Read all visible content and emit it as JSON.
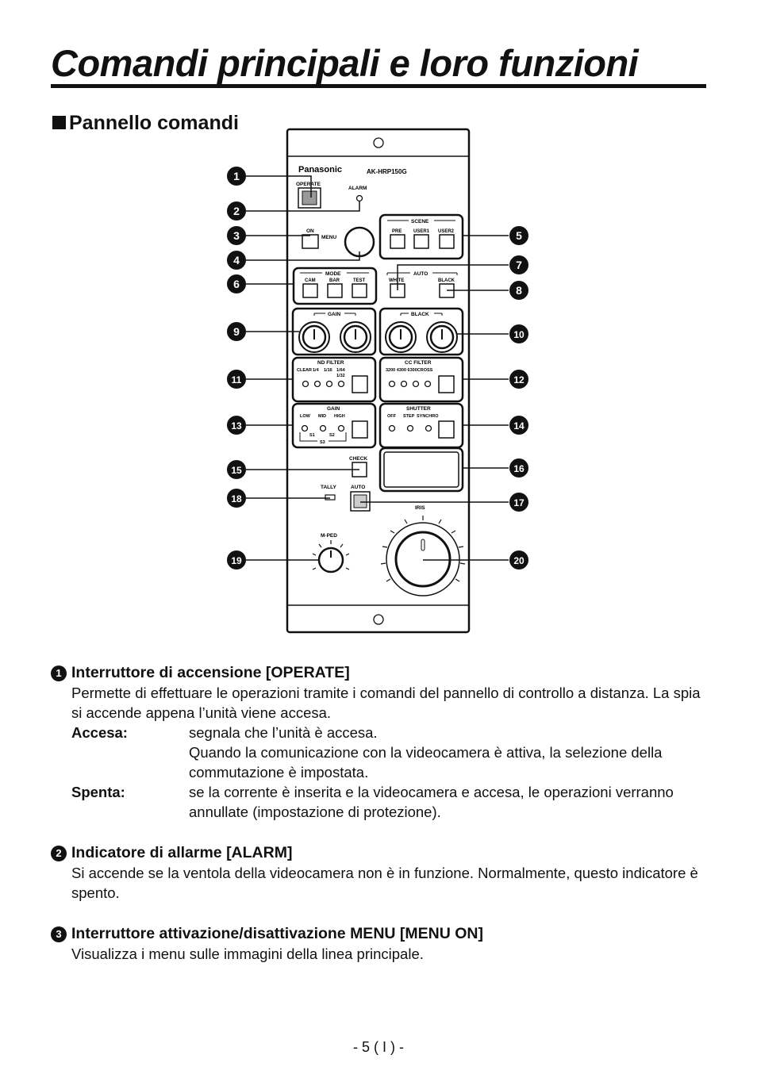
{
  "title": "Comandi principali e loro funzioni",
  "section": "Pannello comandi",
  "panel": {
    "brand": "Panasonic",
    "model": "AK-HRP150G",
    "labels": {
      "operate": "OPERATE",
      "alarm": "ALARM",
      "on": "ON",
      "menu": "MENU",
      "scene": "SCENE",
      "pre": "PRE",
      "user1": "USER1",
      "user2": "USER2",
      "mode": "MODE",
      "cam": "CAM",
      "bar": "BAR",
      "test": "TEST",
      "auto": "AUTO",
      "white": "WHITE",
      "black": "BLACK",
      "gain": "GAIN",
      "black_knobs": "BLACK",
      "nd_filter": "ND FILTER",
      "nd_clear": "CLEAR",
      "nd_1_4": "1/4",
      "nd_1_16": "1/16",
      "nd_1_64": "1/64",
      "nd_1_32": "1/32",
      "cc_filter": "CC FILTER",
      "cc_values": "3200 4300 6300CROSS",
      "gain_sel": "GAIN",
      "low": "LOW",
      "mid": "MID",
      "high": "HIGH",
      "s1": "S1",
      "s2": "S2",
      "s3": "S3",
      "shutter": "SHUTTER",
      "off": "OFF",
      "step": "STEP",
      "synchro": "SYNCHRO",
      "check": "CHECK",
      "tally": "TALLY",
      "auto_iris": "AUTO",
      "iris": "IRIS",
      "mped": "M-PED"
    },
    "callouts": [
      "1",
      "2",
      "3",
      "4",
      "5",
      "6",
      "7",
      "8",
      "9",
      "10",
      "11",
      "12",
      "13",
      "14",
      "15",
      "16",
      "17",
      "18",
      "19",
      "20"
    ]
  },
  "items": [
    {
      "num": "1",
      "heading": "Interruttore di accensione [OPERATE]",
      "text": "Permette di effettuare le operazioni tramite i comandi del pannello di controllo a distanza. La spia si accende appena l’unità viene accesa.",
      "defs": [
        {
          "term": "Accesa:",
          "lines": [
            "segnala che l’unità è accesa.",
            "Quando la comunicazione con la videocamera è attiva, la selezione della commutazione è impostata."
          ]
        },
        {
          "term": "Spenta:",
          "lines": [
            "se la corrente è inserita e la videocamera e accesa, le operazioni verranno annullate (impostazione di protezione)."
          ]
        }
      ]
    },
    {
      "num": "2",
      "heading": "Indicatore di allarme [ALARM]",
      "text": "Si accende se la ventola della videocamera non è in funzione. Normalmente, questo indicatore è spento."
    },
    {
      "num": "3",
      "heading": "Interruttore attivazione/disattivazione MENU [MENU ON]",
      "text": "Visualizza i menu sulle immagini della linea principale."
    }
  ],
  "footer": "- 5 ( I ) -"
}
